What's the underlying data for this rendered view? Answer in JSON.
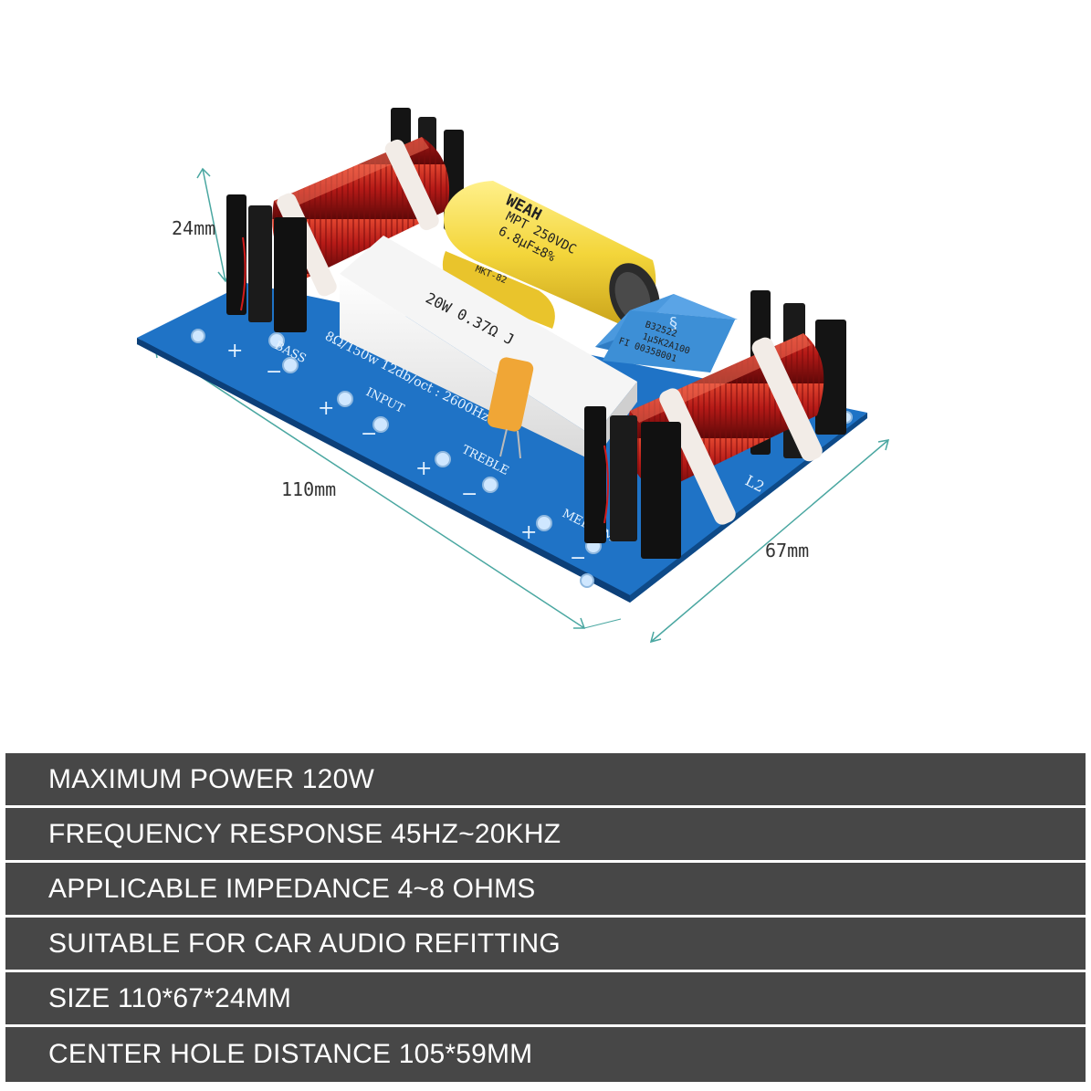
{
  "figure": {
    "dimension_height": "24mm",
    "dimension_length": "110mm",
    "dimension_width": "67mm",
    "pcb_labels": {
      "impedance_spec": "8Ω/150w 12db/oct : 2600Hz",
      "input": "INPUT",
      "bass": "BASS",
      "treble": "TREBLE",
      "medium": "MEDIUM",
      "coil_l2": "L2",
      "plus": "+",
      "minus": "−"
    },
    "components": {
      "yellow_cap_line1": "WEAH",
      "yellow_cap_line2": "MPT 250VDC",
      "yellow_cap_line3": "6.8μF±8%",
      "small_cap": "MKT-82",
      "resistor": "20W 0.37Ω J",
      "blue_cap_line1": "B32522",
      "blue_cap_line2": "1μ5K2A100",
      "blue_cap_line3": "FI 00358001"
    },
    "colors": {
      "pcb": "#1f73c6",
      "coil": "#b01818",
      "yellow_cap": "#f3d53a",
      "blue_cap": "#3d8fd6"
    }
  },
  "specs": [
    "MAXIMUM POWER 120W",
    "FREQUENCY RESPONSE 45HZ~20KHZ",
    "APPLICABLE IMPEDANCE 4~8 OHMS",
    "SUITABLE FOR CAR AUDIO REFITTING",
    "SIZE 110*67*24MM",
    "CENTER HOLE DISTANCE 105*59MM"
  ]
}
